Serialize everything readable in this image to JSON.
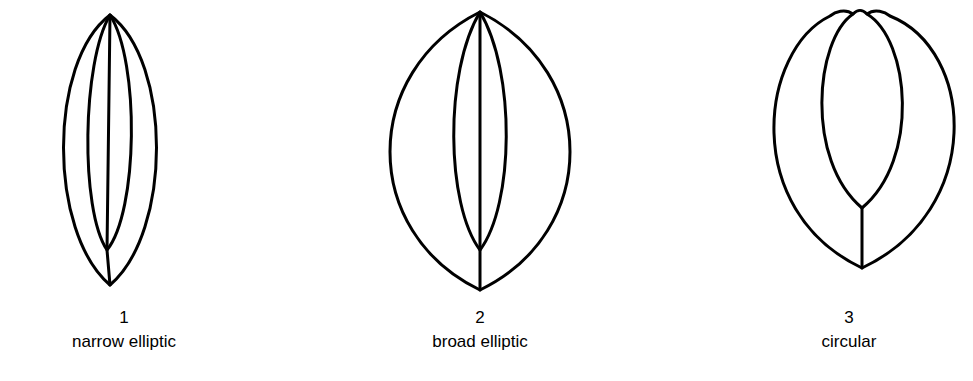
{
  "diagram": {
    "labels": [
      "1",
      "narrow elliptic",
      "2",
      "broad elliptic",
      "3",
      "circular"
    ]
  }
}
